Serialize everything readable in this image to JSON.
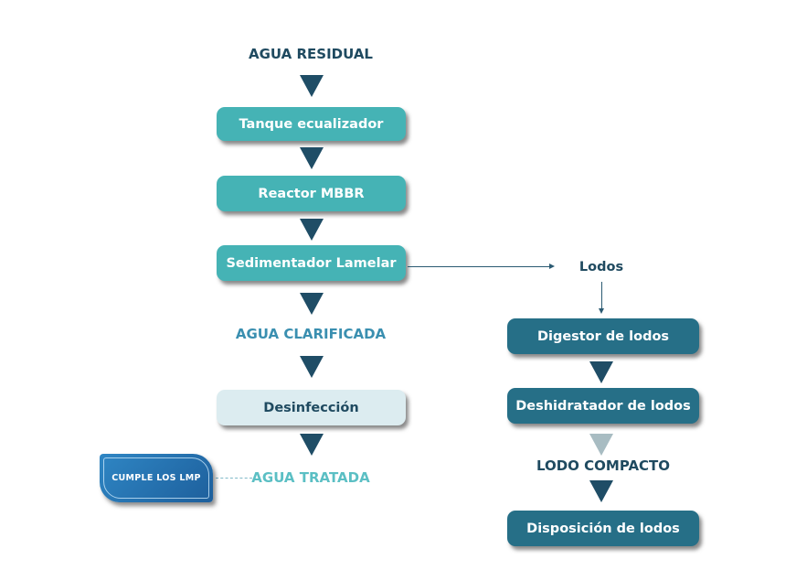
{
  "diagram": {
    "title": "Wastewater treatment process flow",
    "main_flow": {
      "input_label": "AGUA RESIDUAL",
      "steps": [
        {
          "label": "Tanque ecualizador",
          "style": "teal"
        },
        {
          "label": "Reactor MBBR",
          "style": "teal"
        },
        {
          "label": "Sedimentador Lamelar",
          "style": "teal"
        }
      ],
      "intermediate_label": "AGUA CLARIFICADA",
      "disinfection": {
        "label": "Desinfección",
        "style": "light"
      },
      "output_label": "AGUA TRATADA",
      "badge": {
        "label": "CUMPLE LOS LMP"
      }
    },
    "sludge_flow": {
      "branch_label": "Lodos",
      "steps": [
        {
          "label": "Digestor de lodos",
          "style": "dark"
        },
        {
          "label": "Deshidratador de lodos",
          "style": "dark"
        }
      ],
      "intermediate_label": "LODO COMPACTO",
      "final_step": {
        "label": "Disposición de lodos",
        "style": "dark"
      }
    },
    "colors": {
      "teal_box": "#45b3b5",
      "dark_box": "#266f87",
      "light_box": "#dcecf0",
      "arrow": "#1f4d66",
      "arrow_faded": "#a8bcc2",
      "label_dark": "#1f4a60",
      "label_clarified": "#3a8fb0",
      "label_treated": "#5bbfc4",
      "badge": "#2f86c4"
    }
  }
}
